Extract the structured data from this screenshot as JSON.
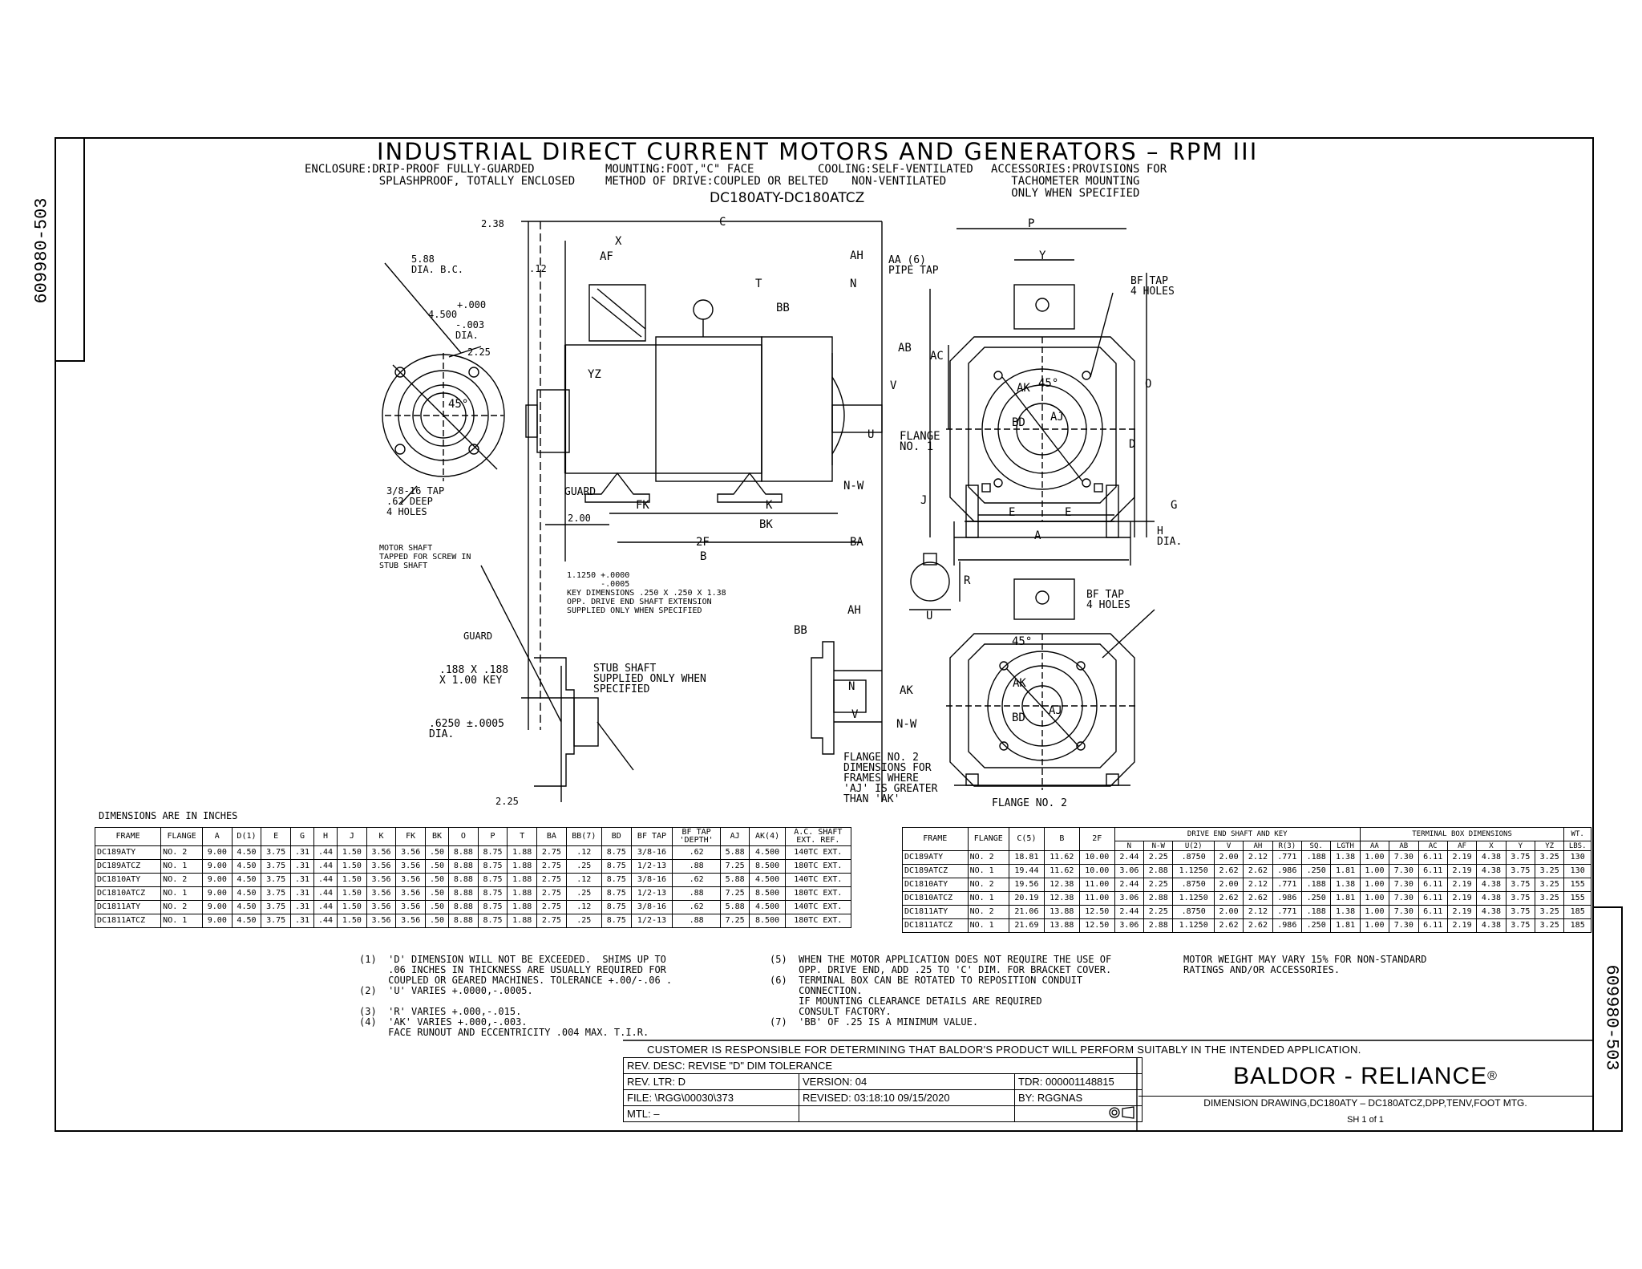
{
  "drawing_number": "609980-503",
  "title": "INDUSTRIAL DIRECT CURRENT MOTORS AND GENERATORS – RPM III",
  "header": {
    "enclosure": "ENCLOSURE:DRIP-PROOF FULLY-GUARDED\n           SPLASHPROOF, TOTALLY ENCLOSED",
    "mounting": "MOUNTING:FOOT,\"C\" FACE\nMETHOD OF DRIVE:COUPLED OR BELTED",
    "cooling": "COOLING:SELF-VENTILATED\n     NON-VENTILATED",
    "accessories": "ACCESSORIES:PROVISIONS FOR\n   TACHOMETER MOUNTING\n   ONLY WHEN SPECIFIED",
    "model_range": "DC180ATY-DC180ATCZ"
  },
  "labels": {
    "l_238": "2.38",
    "l_c": "C",
    "l_x": "X",
    "l_af": "AF",
    "l_12": ".12",
    "l_ah": "AH",
    "l_n": "N",
    "l_t": "T",
    "l_bb": "BB",
    "l_588": "5.88\nDIA. B.C.",
    "l_4500": "4.500",
    "l_000": "+.000",
    "l_003": "-.003\nDIA.",
    "l_225": "2.25",
    "l_yz": "YZ",
    "l_45a": "45°",
    "l_tap": "3/8-16 TAP\n.62 DEEP\n4 HOLES",
    "l_guard": "GUARD",
    "l_200": "2.00",
    "l_fk": "FK",
    "l_k": "K",
    "l_bk": "BK",
    "l_nw": "N-W",
    "l_v": "V",
    "l_u": "U",
    "l_2f": "2F",
    "l_b": "B",
    "l_ba": "BA",
    "l_flange1": "FLANGE\nNO. 1",
    "l_motorshaft": "MOTOR SHAFT\nTAPPED FOR SCREW IN\nSTUB SHAFT",
    "l_key": "1.1250 +.0000\n       -.0005\nKEY DIMENSIONS .250 X .250 X 1.38\nOPP. DRIVE END SHAFT EXTENSION\nSUPPLIED ONLY WHEN SPECIFIED",
    "l_guard2": "GUARD",
    "l_188": ".188 X .188\nX 1.00 KEY",
    "l_stub": "STUB SHAFT\nSUPPLIED ONLY WHEN\nSPECIFIED",
    "l_6250": ".6250 ±.0005\nDIA.",
    "l_225b": "2.25",
    "l_ah2": "AH",
    "l_bb2": "BB",
    "l_n2": "N",
    "l_ak2": "AK",
    "l_v2": "V",
    "l_nw2": "N-W",
    "l_flange2note": "FLANGE NO. 2\nDIMENSIONS FOR\nFRAMES WHERE\n'AJ' IS GREATER\nTHAN 'AK'",
    "l_p": "P",
    "l_y": "Y",
    "l_aa": "AA (6)\nPIPE TAP",
    "l_bftap": "BF TAP\n4 HOLES",
    "l_ab": "AB",
    "l_ac": "AC",
    "l_o": "O",
    "l_d": "D",
    "l_ak": "AK",
    "l_45b": "45°",
    "l_bd": "BD",
    "l_aj": "AJ",
    "l_j": "J",
    "l_e1": "E",
    "l_e2": "E",
    "l_g": "G",
    "l_a": "A",
    "l_h": "H\nDIA.",
    "l_r": "R",
    "l_u2": "U",
    "l_bftap2": "BF TAP\n4 HOLES",
    "l_45c": "45°",
    "l_ak3": "AK",
    "l_bd2": "BD",
    "l_aj2": "AJ",
    "l_flange2": "FLANGE NO. 2"
  },
  "dims_note": "DIMENSIONS ARE IN INCHES",
  "table1": {
    "headers": [
      "FRAME",
      "FLANGE",
      "A",
      "D(1)",
      "E",
      "G",
      "H",
      "J",
      "K",
      "FK",
      "BK",
      "O",
      "P",
      "T",
      "BA",
      "BB(7)",
      "BD",
      "BF TAP",
      "BF TAP\n'DEPTH'",
      "AJ",
      "AK(4)",
      "A.C. SHAFT\nEXT. REF."
    ],
    "rows": [
      [
        "DC189ATY",
        "NO. 2",
        "9.00",
        "4.50",
        "3.75",
        ".31",
        ".44",
        "1.50",
        "3.56",
        "3.56",
        ".50",
        "8.88",
        "8.75",
        "1.88",
        "2.75",
        ".12",
        "8.75",
        "3/8-16",
        ".62",
        "5.88",
        "4.500",
        "140TC EXT."
      ],
      [
        "DC189ATCZ",
        "NO. 1",
        "9.00",
        "4.50",
        "3.75",
        ".31",
        ".44",
        "1.50",
        "3.56",
        "3.56",
        ".50",
        "8.88",
        "8.75",
        "1.88",
        "2.75",
        ".25",
        "8.75",
        "1/2-13",
        ".88",
        "7.25",
        "8.500",
        "180TC EXT."
      ],
      [
        "DC1810ATY",
        "NO. 2",
        "9.00",
        "4.50",
        "3.75",
        ".31",
        ".44",
        "1.50",
        "3.56",
        "3.56",
        ".50",
        "8.88",
        "8.75",
        "1.88",
        "2.75",
        ".12",
        "8.75",
        "3/8-16",
        ".62",
        "5.88",
        "4.500",
        "140TC EXT."
      ],
      [
        "DC1810ATCZ",
        "NO. 1",
        "9.00",
        "4.50",
        "3.75",
        ".31",
        ".44",
        "1.50",
        "3.56",
        "3.56",
        ".50",
        "8.88",
        "8.75",
        "1.88",
        "2.75",
        ".25",
        "8.75",
        "1/2-13",
        ".88",
        "7.25",
        "8.500",
        "180TC EXT."
      ],
      [
        "DC1811ATY",
        "NO. 2",
        "9.00",
        "4.50",
        "3.75",
        ".31",
        ".44",
        "1.50",
        "3.56",
        "3.56",
        ".50",
        "8.88",
        "8.75",
        "1.88",
        "2.75",
        ".12",
        "8.75",
        "3/8-16",
        ".62",
        "5.88",
        "4.500",
        "140TC EXT."
      ],
      [
        "DC1811ATCZ",
        "NO. 1",
        "9.00",
        "4.50",
        "3.75",
        ".31",
        ".44",
        "1.50",
        "3.56",
        "3.56",
        ".50",
        "8.88",
        "8.75",
        "1.88",
        "2.75",
        ".25",
        "8.75",
        "1/2-13",
        ".88",
        "7.25",
        "8.500",
        "180TC EXT."
      ]
    ]
  },
  "table2": {
    "group_drive": "DRIVE END SHAFT AND KEY",
    "group_term": "TERMINAL BOX DIMENSIONS",
    "group_wt": "WT.",
    "headers_top": [
      "FRAME",
      "FLANGE",
      "C(5)",
      "B",
      "2F"
    ],
    "headers_sub": [
      "N",
      "N-W",
      "U(2)",
      "V",
      "AH",
      "R(3)",
      "SQ.",
      "LGTH",
      "AA",
      "AB",
      "AC",
      "AF",
      "X",
      "Y",
      "YZ",
      "LBS."
    ],
    "rows": [
      [
        "DC189ATY",
        "NO. 2",
        "18.81",
        "11.62",
        "10.00",
        "2.44",
        "2.25",
        ".8750",
        "2.00",
        "2.12",
        ".771",
        ".188",
        "1.38",
        "1.00",
        "7.30",
        "6.11",
        "2.19",
        "4.38",
        "3.75",
        "3.25",
        "130"
      ],
      [
        "DC189ATCZ",
        "NO. 1",
        "19.44",
        "11.62",
        "10.00",
        "3.06",
        "2.88",
        "1.1250",
        "2.62",
        "2.62",
        ".986",
        ".250",
        "1.81",
        "1.00",
        "7.30",
        "6.11",
        "2.19",
        "4.38",
        "3.75",
        "3.25",
        "130"
      ],
      [
        "DC1810ATY",
        "NO. 2",
        "19.56",
        "12.38",
        "11.00",
        "2.44",
        "2.25",
        ".8750",
        "2.00",
        "2.12",
        ".771",
        ".188",
        "1.38",
        "1.00",
        "7.30",
        "6.11",
        "2.19",
        "4.38",
        "3.75",
        "3.25",
        "155"
      ],
      [
        "DC1810ATCZ",
        "NO. 1",
        "20.19",
        "12.38",
        "11.00",
        "3.06",
        "2.88",
        "1.1250",
        "2.62",
        "2.62",
        ".986",
        ".250",
        "1.81",
        "1.00",
        "7.30",
        "6.11",
        "2.19",
        "4.38",
        "3.75",
        "3.25",
        "155"
      ],
      [
        "DC1811ATY",
        "NO. 2",
        "21.06",
        "13.88",
        "12.50",
        "2.44",
        "2.25",
        ".8750",
        "2.00",
        "2.12",
        ".771",
        ".188",
        "1.38",
        "1.00",
        "7.30",
        "6.11",
        "2.19",
        "4.38",
        "3.75",
        "3.25",
        "185"
      ],
      [
        "DC1811ATCZ",
        "NO. 1",
        "21.69",
        "13.88",
        "12.50",
        "3.06",
        "2.88",
        "1.1250",
        "2.62",
        "2.62",
        ".986",
        ".250",
        "1.81",
        "1.00",
        "7.30",
        "6.11",
        "2.19",
        "4.38",
        "3.75",
        "3.25",
        "185"
      ]
    ]
  },
  "notes": {
    "col1": "(1)  'D' DIMENSION WILL NOT BE EXCEEDED.  SHIMS UP TO\n     .06 INCHES IN THICKNESS ARE USUALLY REQUIRED FOR\n     COUPLED OR GEARED MACHINES. TOLERANCE +.00/-.06 .\n(2)  'U' VARIES +.0000,-.0005.\n\n(3)  'R' VARIES +.000,-.015.\n(4)  'AK' VARIES +.000,-.003.\n     FACE RUNOUT AND ECCENTRICITY .004 MAX. T.I.R.",
    "col2": "(5)  WHEN THE MOTOR APPLICATION DOES NOT REQUIRE THE USE OF\n     OPP. DRIVE END, ADD .25 TO 'C' DIM. FOR BRACKET COVER.\n(6)  TERMINAL BOX CAN BE ROTATED TO REPOSITION CONDUIT\n     CONNECTION.\n     IF MOUNTING CLEARANCE DETAILS ARE REQUIRED\n     CONSULT FACTORY.\n(7)  'BB' OF .25 IS A MINIMUM VALUE.",
    "col3": "MOTOR WEIGHT MAY VARY 15% FOR NON-STANDARD\nRATINGS AND/OR ACCESSORIES."
  },
  "customer_note": "CUSTOMER IS RESPONSIBLE FOR DETERMINING THAT BALDOR'S PRODUCT WILL PERFORM SUITABLY IN THE INTENDED APPLICATION.",
  "title_block": {
    "rev_desc": "REV. DESC:  REVISE \"D\" DIM TOLERANCE",
    "rev_ltr": "REV. LTR:  D",
    "version": "VERSION: 04",
    "tdr": "TDR: 000001148815",
    "file": "FILE: \\RGG\\00030\\373",
    "revised": "REVISED: 03:18:10 09/15/2020",
    "by": "BY:  RGGNAS",
    "mtl": "MTL:  –",
    "brand": "BALDOR - RELIANCE",
    "brand_mark": "®",
    "drawing_title": "DIMENSION DRAWING,DC180ATY – DC180ATCZ,DPP,TENV,FOOT MTG.",
    "sheet": "SH 1 of 1"
  }
}
